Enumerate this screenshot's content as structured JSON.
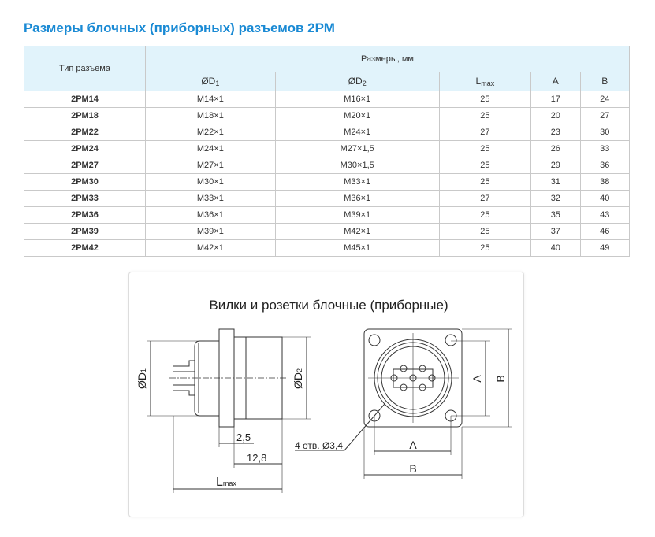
{
  "title": "Размеры блочных (приборных) разъемов 2РМ",
  "table": {
    "type_header": "Тип разъема",
    "sizes_header": "Размеры, мм",
    "columns": [
      {
        "main": "ØD",
        "sub": "1"
      },
      {
        "main": "ØD",
        "sub": "2"
      },
      {
        "main": "L",
        "sub": "max"
      },
      {
        "main": "A",
        "sub": ""
      },
      {
        "main": "B",
        "sub": ""
      }
    ],
    "rows": [
      [
        "2РМ14",
        "M14×1",
        "M16×1",
        "25",
        "17",
        "24"
      ],
      [
        "2РМ18",
        "M18×1",
        "M20×1",
        "25",
        "20",
        "27"
      ],
      [
        "2РМ22",
        "M22×1",
        "M24×1",
        "27",
        "23",
        "30"
      ],
      [
        "2РМ24",
        "M24×1",
        "M27×1,5",
        "25",
        "26",
        "33"
      ],
      [
        "2РМ27",
        "M27×1",
        "M30×1,5",
        "25",
        "29",
        "36"
      ],
      [
        "2РМ30",
        "M30×1",
        "M33×1",
        "25",
        "31",
        "38"
      ],
      [
        "2РМ33",
        "M33×1",
        "M36×1",
        "27",
        "32",
        "40"
      ],
      [
        "2РМ36",
        "M36×1",
        "M39×1",
        "25",
        "35",
        "43"
      ],
      [
        "2РМ39",
        "M39×1",
        "M42×1",
        "25",
        "37",
        "46"
      ],
      [
        "2РМ42",
        "M42×1",
        "M45×1",
        "25",
        "40",
        "49"
      ]
    ]
  },
  "drawing": {
    "title": "Вилки и розетки блочные (приборные)",
    "d1": "ØD",
    "d1_sub": "1",
    "d2": "ØD",
    "d2_sub": "2",
    "dim_flange": "2,5",
    "dim_body": "12,8",
    "l": "L",
    "l_sub": "max",
    "a": "A",
    "b": "B",
    "holes": "4 отв. Ø3,4"
  }
}
